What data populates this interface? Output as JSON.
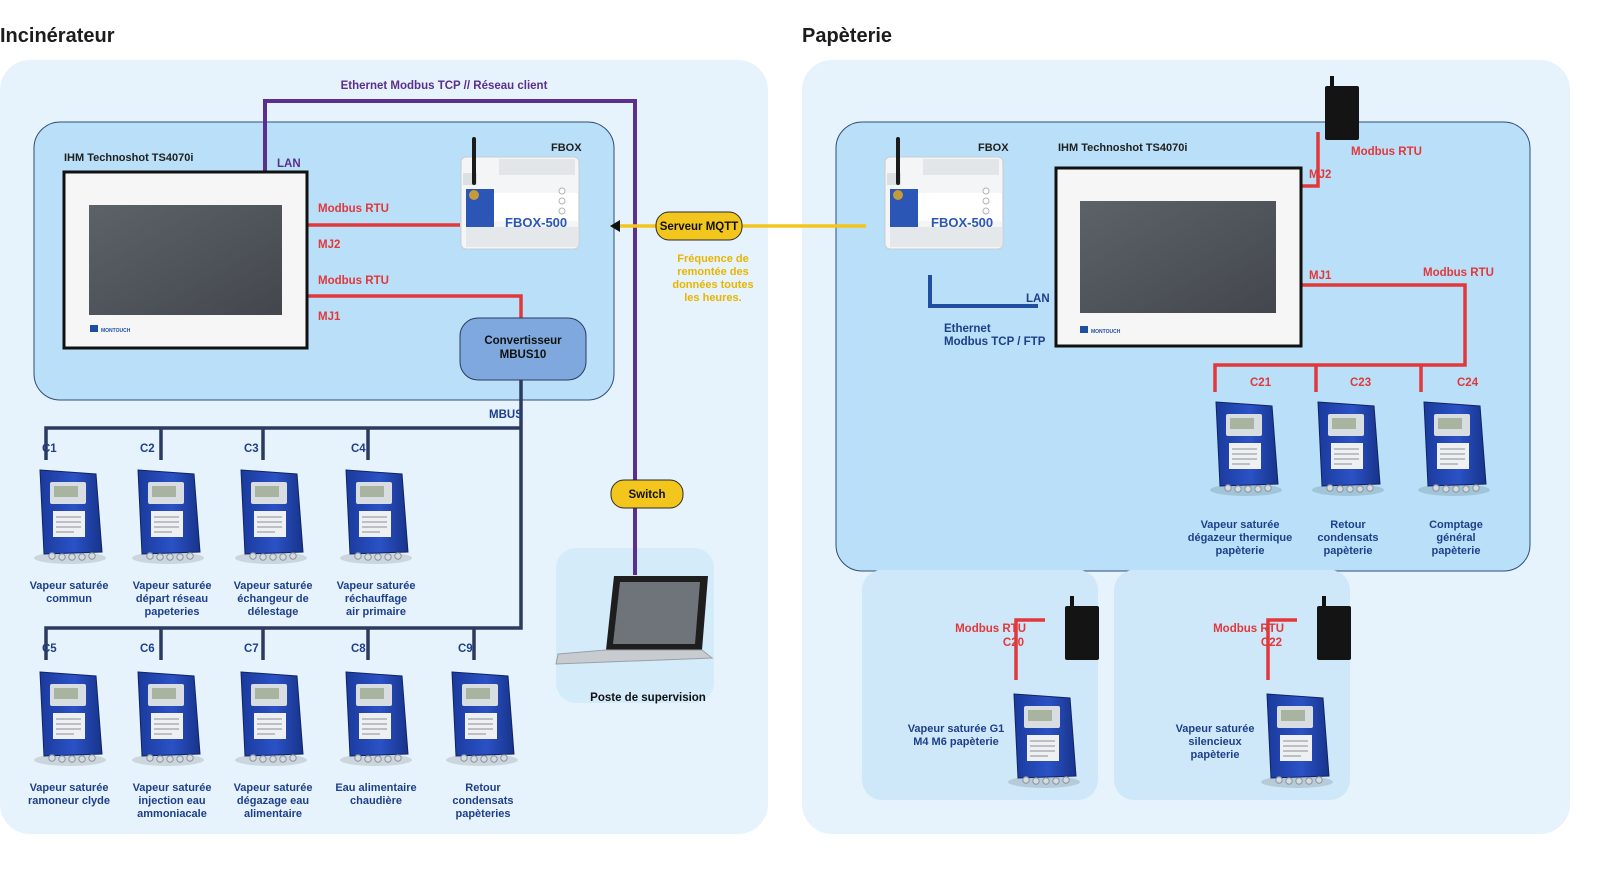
{
  "zones": {
    "incinerateur": "Incinérateur",
    "papeterie": "Papèterie"
  },
  "labels": {
    "ethernet_client": "Ethernet Modbus TCP // Réseau client",
    "lan": "LAN",
    "modbus_rtu": "Modbus RTU",
    "mj1": "MJ1",
    "mj2": "MJ2",
    "mbus": "MBUS",
    "ethernet_ftp_1": "Ethernet",
    "ethernet_ftp_2": "Modbus TCP / FTP",
    "freq": [
      "Fréquence de",
      "remontée des",
      "données toutes",
      "les heures."
    ]
  },
  "devices": {
    "hmi": "IHM Technoshot TS4070i",
    "fbox": "FBOX",
    "fbox_model": "FBOX-500",
    "converter": [
      "Convertisseur",
      "MBUS10"
    ],
    "mqtt": "Serveur MQTT",
    "switch": "Switch",
    "supervision": "Poste de supervision",
    "hmi_brand": "MONTOUCH"
  },
  "meters_left": [
    {
      "id": "C1",
      "lines": [
        "Vapeur saturée",
        "commun"
      ]
    },
    {
      "id": "C2",
      "lines": [
        "Vapeur saturée",
        "départ réseau",
        "papeteries"
      ]
    },
    {
      "id": "C3",
      "lines": [
        "Vapeur saturée",
        "échangeur de",
        "délestage"
      ]
    },
    {
      "id": "C4",
      "lines": [
        "Vapeur saturée",
        "réchauffage",
        "air primaire"
      ]
    },
    {
      "id": "C5",
      "lines": [
        "Vapeur saturée",
        "ramoneur clyde"
      ]
    },
    {
      "id": "C6",
      "lines": [
        "Vapeur saturée",
        "injection eau",
        "ammoniacale"
      ]
    },
    {
      "id": "C7",
      "lines": [
        "Vapeur saturée",
        "dégazage eau",
        "alimentaire"
      ]
    },
    {
      "id": "C8",
      "lines": [
        "Eau alimentaire",
        "chaudière"
      ]
    },
    {
      "id": "C9",
      "lines": [
        "Retour",
        "condensats",
        "papèteries"
      ]
    }
  ],
  "meters_right": [
    {
      "id": "C21",
      "lines": [
        "Vapeur saturée",
        "dégazeur thermique",
        "papèterie"
      ]
    },
    {
      "id": "C23",
      "lines": [
        "Retour",
        "condensats",
        "papèterie"
      ]
    },
    {
      "id": "C24",
      "lines": [
        "Comptage",
        "général",
        "papèterie"
      ]
    },
    {
      "id": "C20",
      "lines": [
        "Vapeur saturée G1",
        "M4 M6 papèterie"
      ]
    },
    {
      "id": "C22",
      "lines": [
        "Vapeur saturée",
        "silencieux",
        "papèterie"
      ]
    }
  ],
  "colors": {
    "panel_light": "#e6f3fc",
    "panel_inner": "#b9e0f8",
    "red": "#e0383b",
    "navy": "#2c3a5e",
    "blue": "#1e4fa0",
    "purple": "#5b2f8d",
    "yellow": "#f3c61d"
  }
}
